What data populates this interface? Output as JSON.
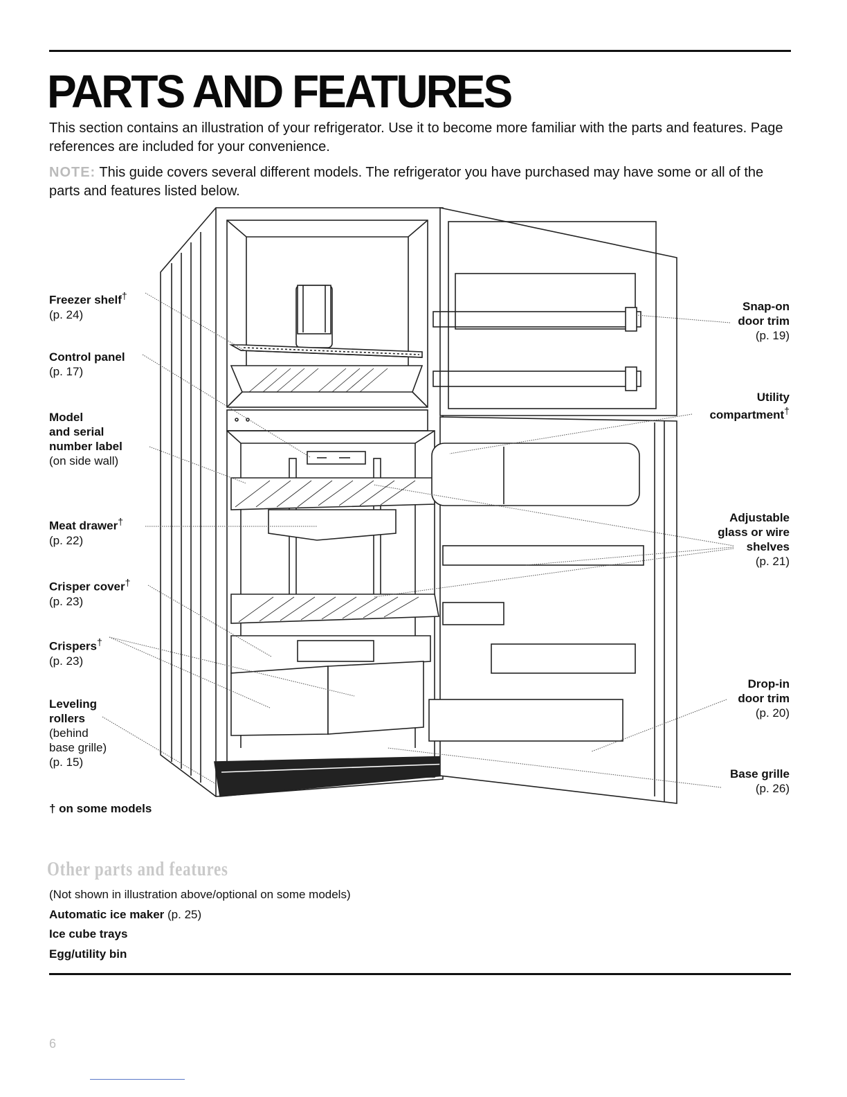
{
  "title": "PARTS AND FEATURES",
  "intro": "This section contains an illustration of your refrigerator. Use it to become more familiar with the parts and features. Page references are included for your convenience.",
  "note": {
    "label": "NOTE:",
    "text": " This guide covers several different models. The refrigerator you have purchased may have some or all of the parts and features listed below."
  },
  "left_callouts": [
    {
      "name": "Freezer shelf",
      "mark": "†",
      "ref": "(p. 24)"
    },
    {
      "name": "Control panel",
      "mark": "",
      "ref": "(p. 17)"
    },
    {
      "line1": "Model",
      "line2": "and serial",
      "line3": "number label",
      "ref": "(on side wall)"
    },
    {
      "name": "Meat drawer",
      "mark": "†",
      "ref": "(p. 22)"
    },
    {
      "name": "Crisper cover",
      "mark": "†",
      "ref": "(p. 23)"
    },
    {
      "name": "Crispers",
      "mark": "†",
      "ref": "(p. 23)"
    },
    {
      "line1": "Leveling",
      "line2": "rollers",
      "sub1": "(behind",
      "sub2": "base grille)",
      "ref": "(p. 15)"
    }
  ],
  "right_callouts": [
    {
      "line1": "Snap-on",
      "line2": "door trim",
      "ref": "(p. 19)"
    },
    {
      "line1": "Utility",
      "line2": "compartment",
      "mark": "†"
    },
    {
      "line1": "Adjustable",
      "line2": "glass or wire",
      "line3": "shelves",
      "ref": "(p. 21)"
    },
    {
      "line1": "Drop-in",
      "line2": "door trim",
      "ref": "(p. 20)"
    },
    {
      "line1": "Base grille",
      "ref": "(p. 26)"
    }
  ],
  "footnote": "† on some models",
  "other": {
    "heading": "Other parts and features",
    "subtitle": "(Not shown in illustration above/optional on some models)",
    "items": [
      {
        "name": "Automatic ice maker",
        "ref": " (p. 25)"
      },
      {
        "name": "Ice cube trays",
        "ref": ""
      },
      {
        "name": "Egg/utility bin",
        "ref": ""
      }
    ]
  },
  "page_number": "6"
}
